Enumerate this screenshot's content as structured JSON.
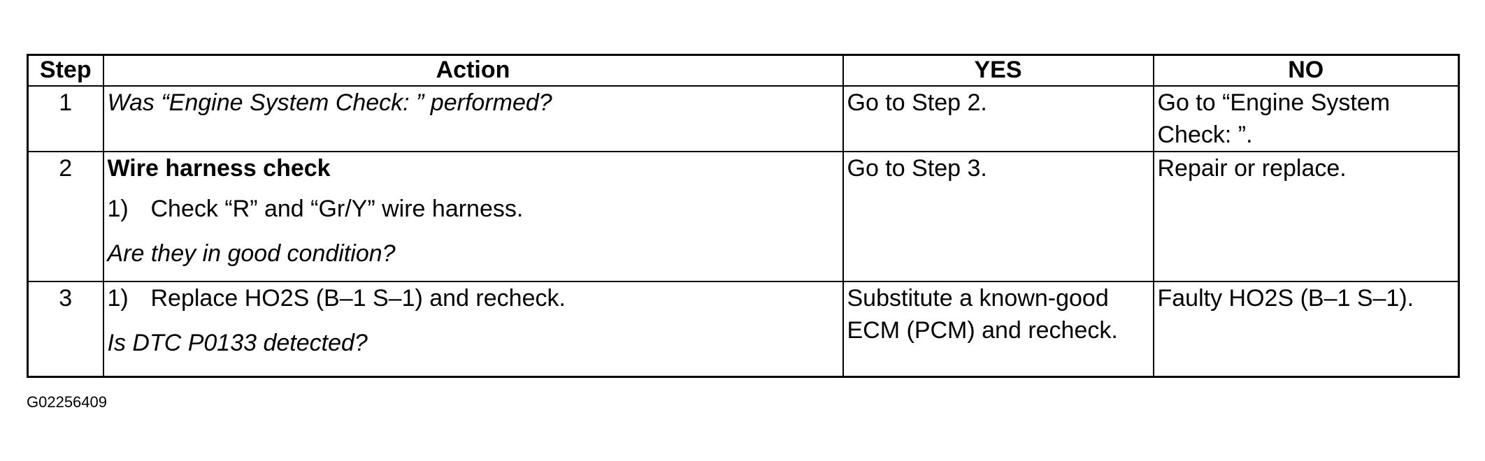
{
  "table": {
    "headers": {
      "step": "Step",
      "action": "Action",
      "yes": "YES",
      "no": "NO"
    },
    "rows": [
      {
        "step": "1",
        "action_question": "Was “Engine System Check: ” performed?",
        "yes": "Go to Step 2.",
        "no": "Go to “Engine System Check: ”."
      },
      {
        "step": "2",
        "action_title": "Wire harness check",
        "action_item_num": "1)",
        "action_item": "Check “R” and “Gr/Y” wire harness.",
        "action_question": "Are they in good condition?",
        "yes": "Go to Step 3.",
        "no": "Repair or replace."
      },
      {
        "step": "3",
        "action_item_num": "1)",
        "action_item": "Replace HO2S (B–1 S–1) and recheck.",
        "action_question": "Is DTC P0133 detected?",
        "yes": "Substitute a known-good ECM (PCM) and recheck.",
        "no": "Faulty HO2S (B–1 S–1)."
      }
    ]
  },
  "figure_code": "G02256409"
}
